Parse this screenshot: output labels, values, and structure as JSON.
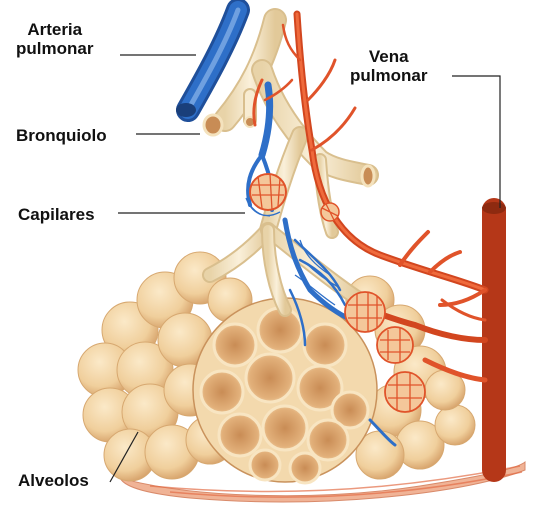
{
  "labels": {
    "arteria": [
      "Arteria",
      "pulmonar"
    ],
    "vena": [
      "Vena",
      "pulmonar"
    ],
    "bronquiolo": "Bronquiolo",
    "capilares": "Capilares",
    "alveolos": "Alveolos"
  },
  "colors": {
    "artery_blue": "#2e6fc8",
    "vein_red": "#e0532a",
    "bronchiole_cream": "#f3e6c8",
    "alveolus_tan": "#f1d3a2",
    "alveolus_shadow": "#d7a870",
    "tissue_pink": "#f2b79c",
    "leader_line": "#222222"
  }
}
